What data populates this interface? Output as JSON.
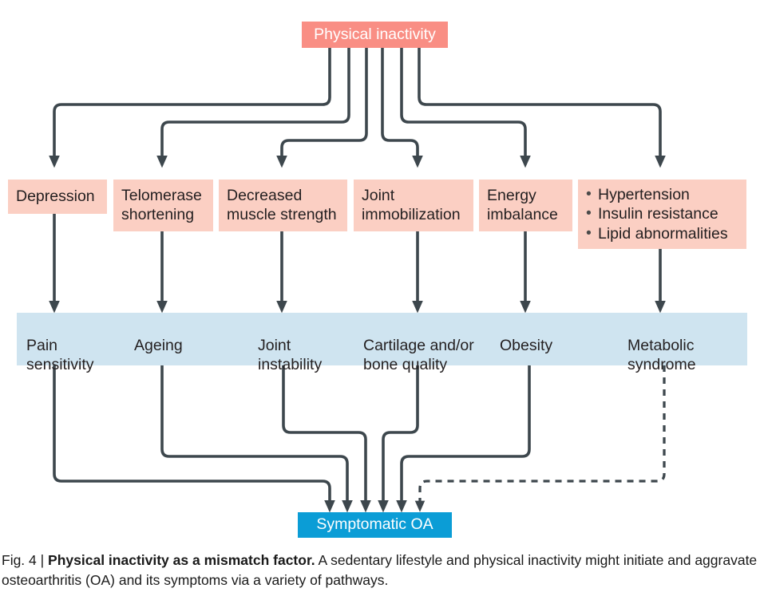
{
  "figure": {
    "top_node": {
      "label": "Physical inactivity",
      "color": "#f98e84"
    },
    "mid_nodes": [
      {
        "id": "depression",
        "label": "Depression"
      },
      {
        "id": "telomerase",
        "label": "Telomerase\nshortening"
      },
      {
        "id": "muscle-strength",
        "label": "Decreased\nmuscle strength"
      },
      {
        "id": "joint-immobilization",
        "label": "Joint\nimmobilization"
      },
      {
        "id": "energy-imbalance",
        "label": "Energy\nimbalance"
      }
    ],
    "mid_node_list": {
      "id": "metabolic-risk-factors",
      "items": [
        "Hypertension",
        "Insulin resistance",
        "Lipid abnormalities"
      ]
    },
    "band": {
      "color": "#cfe4f0",
      "nodes": [
        {
          "id": "pain-sensitivity",
          "label": "Pain\nsensitivity"
        },
        {
          "id": "ageing",
          "label": "Ageing"
        },
        {
          "id": "joint-instability",
          "label": "Joint\ninstability"
        },
        {
          "id": "cartilage-bone",
          "label": "Cartilage and/or\nbone quality"
        },
        {
          "id": "obesity",
          "label": "Obesity"
        },
        {
          "id": "metabolic-syndrome",
          "label": "Metabolic\nsyndrome"
        }
      ]
    },
    "outcome_node": {
      "label": "Symptomatic OA",
      "color": "#0b9dd6"
    },
    "colors": {
      "pink_box": "#fbcfc3",
      "pink_top": "#f98e84",
      "blue_band": "#cfe4f0",
      "blue_outcome": "#0b9dd6",
      "connector": "#3d474d"
    }
  },
  "caption": {
    "figure_number": "Fig. 4 | ",
    "title": "Physical inactivity as a mismatch factor.",
    "body": " A sedentary lifestyle and physical inactivity might initiate and aggravate osteoarthritis (OA) and its symptoms via a variety of pathways."
  }
}
